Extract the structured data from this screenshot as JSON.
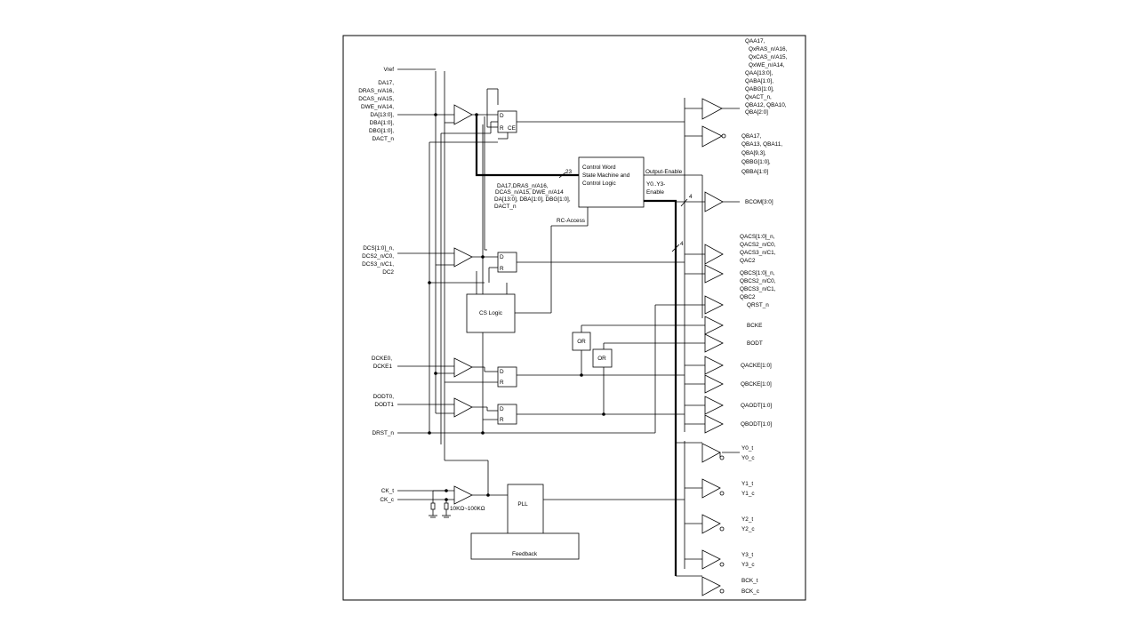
{
  "inputs": {
    "vref": "Vref",
    "addr": [
      "DA17,",
      "DRAS_n/A16,",
      "DCAS_n/A15,",
      "DWE_n/A14,",
      "DA[13:0],",
      "DBA[1:0],",
      "DBG[1:0],",
      "DACT_n"
    ],
    "cs": [
      "DCS[1:0]_n,",
      "DCS2_n/C0,",
      "DCS3_n/C1,",
      "DC2"
    ],
    "cke": [
      "DCKE0,",
      "DCKE1"
    ],
    "odt": [
      "DODT0,",
      "DODT1"
    ],
    "rst": "DRST_n",
    "ck_t": "CK_t",
    "ck_c": "CK_c",
    "resistor": "10KΩ~100KΩ"
  },
  "blocks": {
    "control_word": [
      "Control Word",
      "State Machine and",
      "Control Logic"
    ],
    "cs_logic": "CS Logic",
    "pll": "PLL",
    "feedback": "Feedback",
    "or1": "OR",
    "or2": "OR"
  },
  "flipflop": {
    "d": "D",
    "r": "R",
    "ce": "CE"
  },
  "bus_labels": {
    "n23": "23",
    "n4a": "4",
    "n4b": "4",
    "control_in": [
      "DA17,DRAS_n/A16,",
      "DCAS_n/A15, DWE_n/A14",
      "DA[13:0], DBA[1:0], DBG[1:0],",
      "DACT_n"
    ],
    "rc_access": "RC-Access",
    "output_enable": "Output-Enable",
    "y_enable": [
      "Y0..Y3-",
      "Enable"
    ]
  },
  "outputs": {
    "qa": [
      "QAA17,",
      "QxRAS_n/A16,",
      "QxCAS_n/A15,",
      "QxWE_n/A14,",
      "QAA[13:0],",
      "QABA[1:0],",
      "QABG[1:0],",
      "QxACT_n,",
      "QBA12, QBA10,",
      "QBA[2:0]"
    ],
    "qb": [
      "QBA17,",
      "QBA13, QBA11,",
      "QBA[9,3],",
      "QBBG[1:0],",
      "QBBA[1:0]"
    ],
    "bcom": "BCOM[3:0]",
    "qacs": [
      "QACS[1:0]_n,",
      "QACS2_n/C0,",
      "QACS3_n/C1,",
      "QAC2"
    ],
    "qbcs": [
      "QBCS[1:0]_n,",
      "QBCS2_n/C0,",
      "QBCS3_n/C1,",
      "QBC2"
    ],
    "qrst": "QRST_n",
    "bcke": "BCKE",
    "bodt": "BODT",
    "qacke": "QACKE[1:0]",
    "qbcke": "QBCKE[1:0]",
    "qaodt": "QAODT[1:0]",
    "qbodt": "QBODT[1:0]",
    "clocks": [
      "Y0_t",
      "Y0_c",
      "Y1_t",
      "Y1_c",
      "Y2_t",
      "Y2_c",
      "Y3_t",
      "Y3_c",
      "BCK_t",
      "BCK_c"
    ]
  }
}
